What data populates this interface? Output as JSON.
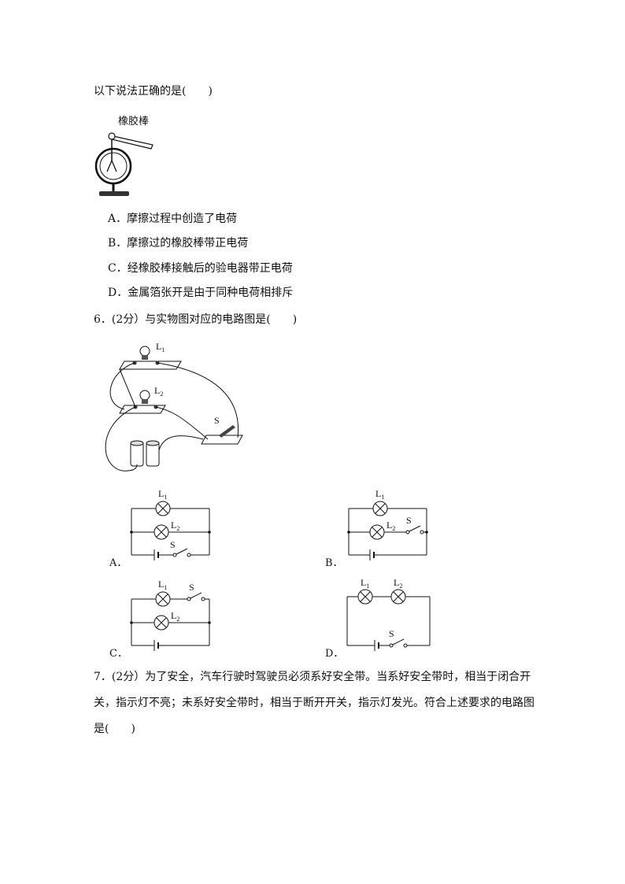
{
  "q5": {
    "stem": "以下说法正确的是(　　)",
    "figure_label": "橡胶棒",
    "options": [
      "A．摩擦过程中创造了电荷",
      "B．摩擦过的橡胶棒带正电荷",
      "C．经橡胶棒接触后的验电器带正电荷",
      "D．金属箔张开是由于同种电荷相排斥"
    ]
  },
  "q6": {
    "stem": "6．(2分）与实物图对应的电路图是(　　)",
    "photo_labels": {
      "l1": "L",
      "l1_sub": "1",
      "l2": "L",
      "l2_sub": "2",
      "s": "S"
    },
    "choices": [
      {
        "letter": "A．",
        "l1": "L",
        "l1_sub": "1",
        "l2": "L",
        "l2_sub": "2",
        "s": "S"
      },
      {
        "letter": "B．",
        "l1": "L",
        "l1_sub": "1",
        "l2": "L",
        "l2_sub": "2",
        "s": "S"
      },
      {
        "letter": "C．",
        "l1": "L",
        "l1_sub": "1",
        "l2": "L",
        "l2_sub": "2",
        "s": "S"
      },
      {
        "letter": "D．",
        "l1": "L",
        "l1_sub": "1",
        "l2": "L",
        "l2_sub": "2",
        "s": "S"
      }
    ]
  },
  "q7": {
    "stem": "7．(2分）为了安全，汽车行驶时驾驶员必须系好安全带。当系好安全带时，相当于闭合开关，指示灯不亮；未系好安全带时，相当于断开开关，指示灯发光。符合上述要求的电路图是(　　)"
  }
}
